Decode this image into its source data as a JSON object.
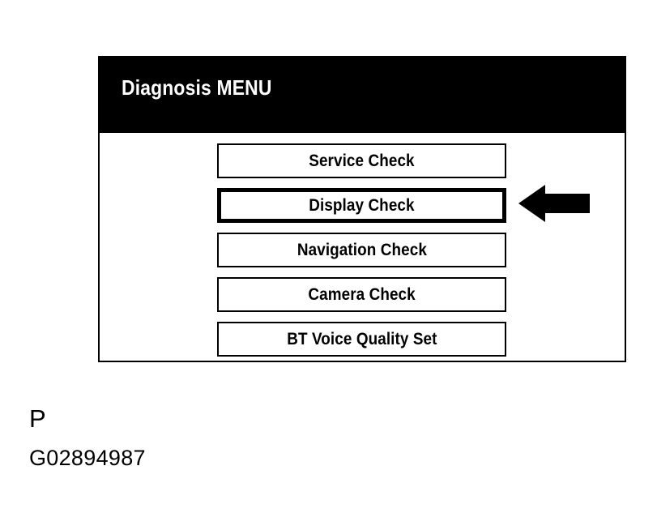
{
  "screen": {
    "title": "Diagnosis MENU",
    "header_bg": "#000000",
    "header_fg": "#ffffff",
    "body_bg": "#ffffff",
    "border_color": "#000000",
    "menu_items": [
      {
        "label": "Service Check",
        "selected": false
      },
      {
        "label": "Display Check",
        "selected": true
      },
      {
        "label": "Navigation Check",
        "selected": false
      },
      {
        "label": "Camera Check",
        "selected": false
      },
      {
        "label": "BT Voice Quality Set",
        "selected": false
      }
    ]
  },
  "annotation": {
    "arrow_icon": "arrow-left-icon",
    "arrow_direction": "left",
    "arrow_color": "#000000",
    "arrow_target": "Display Check"
  },
  "caption": {
    "letter": "P",
    "figure_code": "G02894987"
  }
}
